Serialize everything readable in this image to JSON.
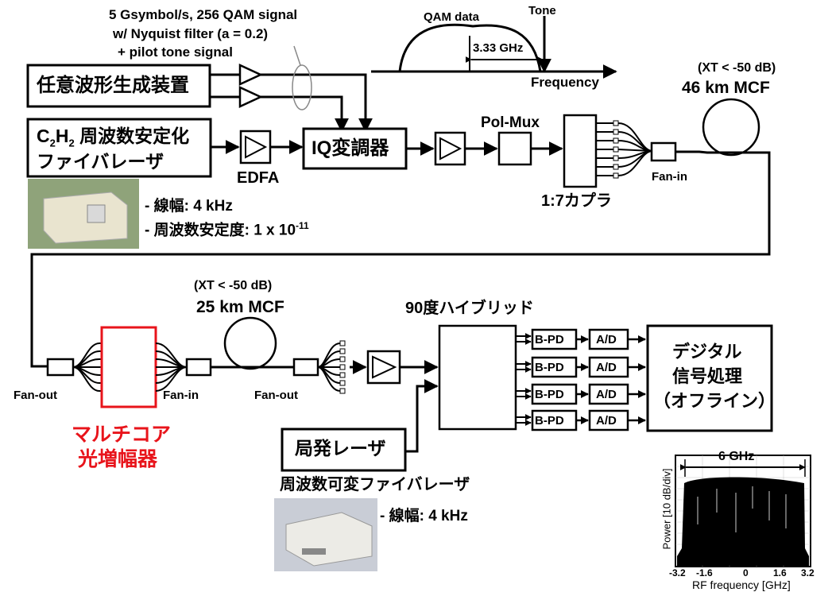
{
  "signal": {
    "line1": "5 Gsymbol/s, 256 QAM signal",
    "line2": "w/ Nyquist filter (a = 0.2)",
    "line3": "+ pilot tone signal"
  },
  "spectrum_inset": {
    "qam_label": "QAM data",
    "tone_label": "Tone",
    "offset_label": "3.33 GHz",
    "axis_label": "Frequency"
  },
  "blocks": {
    "awg": "任意波形生成装置",
    "laser_line1_prefix": "C",
    "laser_sub1": "2",
    "laser_mid": "H",
    "laser_sub2": "2",
    "laser_line1_suffix": " 周波数安定化",
    "laser_line2": "ファイバレーザ",
    "edfa": "EDFA",
    "iq_mod": "IQ変調器",
    "polmux": "Pol-Mux",
    "coupler": "1:7カプラ",
    "fanin1": "Fan-in",
    "mcf1_xt": "(XT < -50 dB)",
    "mcf1": "46 km MCF",
    "fanout1": "Fan-out",
    "amp_line1": "マルチコア",
    "amp_line2": "光増幅器",
    "fanin2": "Fan-in",
    "mcf2_xt": "(XT < -50 dB)",
    "mcf2": "25 km MCF",
    "fanout2": "Fan-out",
    "hybrid": "90度ハイブリッド",
    "bpd": "B-PD",
    "ad": "A/D",
    "dsp_line1": "デジタル",
    "dsp_line2": "信号処理",
    "dsp_line3": "（オフライン）",
    "lo": "局発レーザ",
    "lo_desc": "周波数可変ファイバレーザ"
  },
  "specs": {
    "laser_linewidth": "- 線幅: 4 kHz",
    "laser_stability_prefix": "- 周波数安定度: 1 x 10",
    "laser_stability_exp": "-11",
    "lo_linewidth": "- 線幅: 4 kHz"
  },
  "rf_spectrum": {
    "ylabel": "Power [10 dB/div]",
    "xlabel": "RF frequency [GHz]",
    "bandwidth_label": "6 GHz",
    "ticks": [
      "-3.2",
      "-1.6",
      "0",
      "1.6",
      "3.2"
    ]
  },
  "colors": {
    "amp_highlight": "#e8141b",
    "line": "#000000"
  }
}
